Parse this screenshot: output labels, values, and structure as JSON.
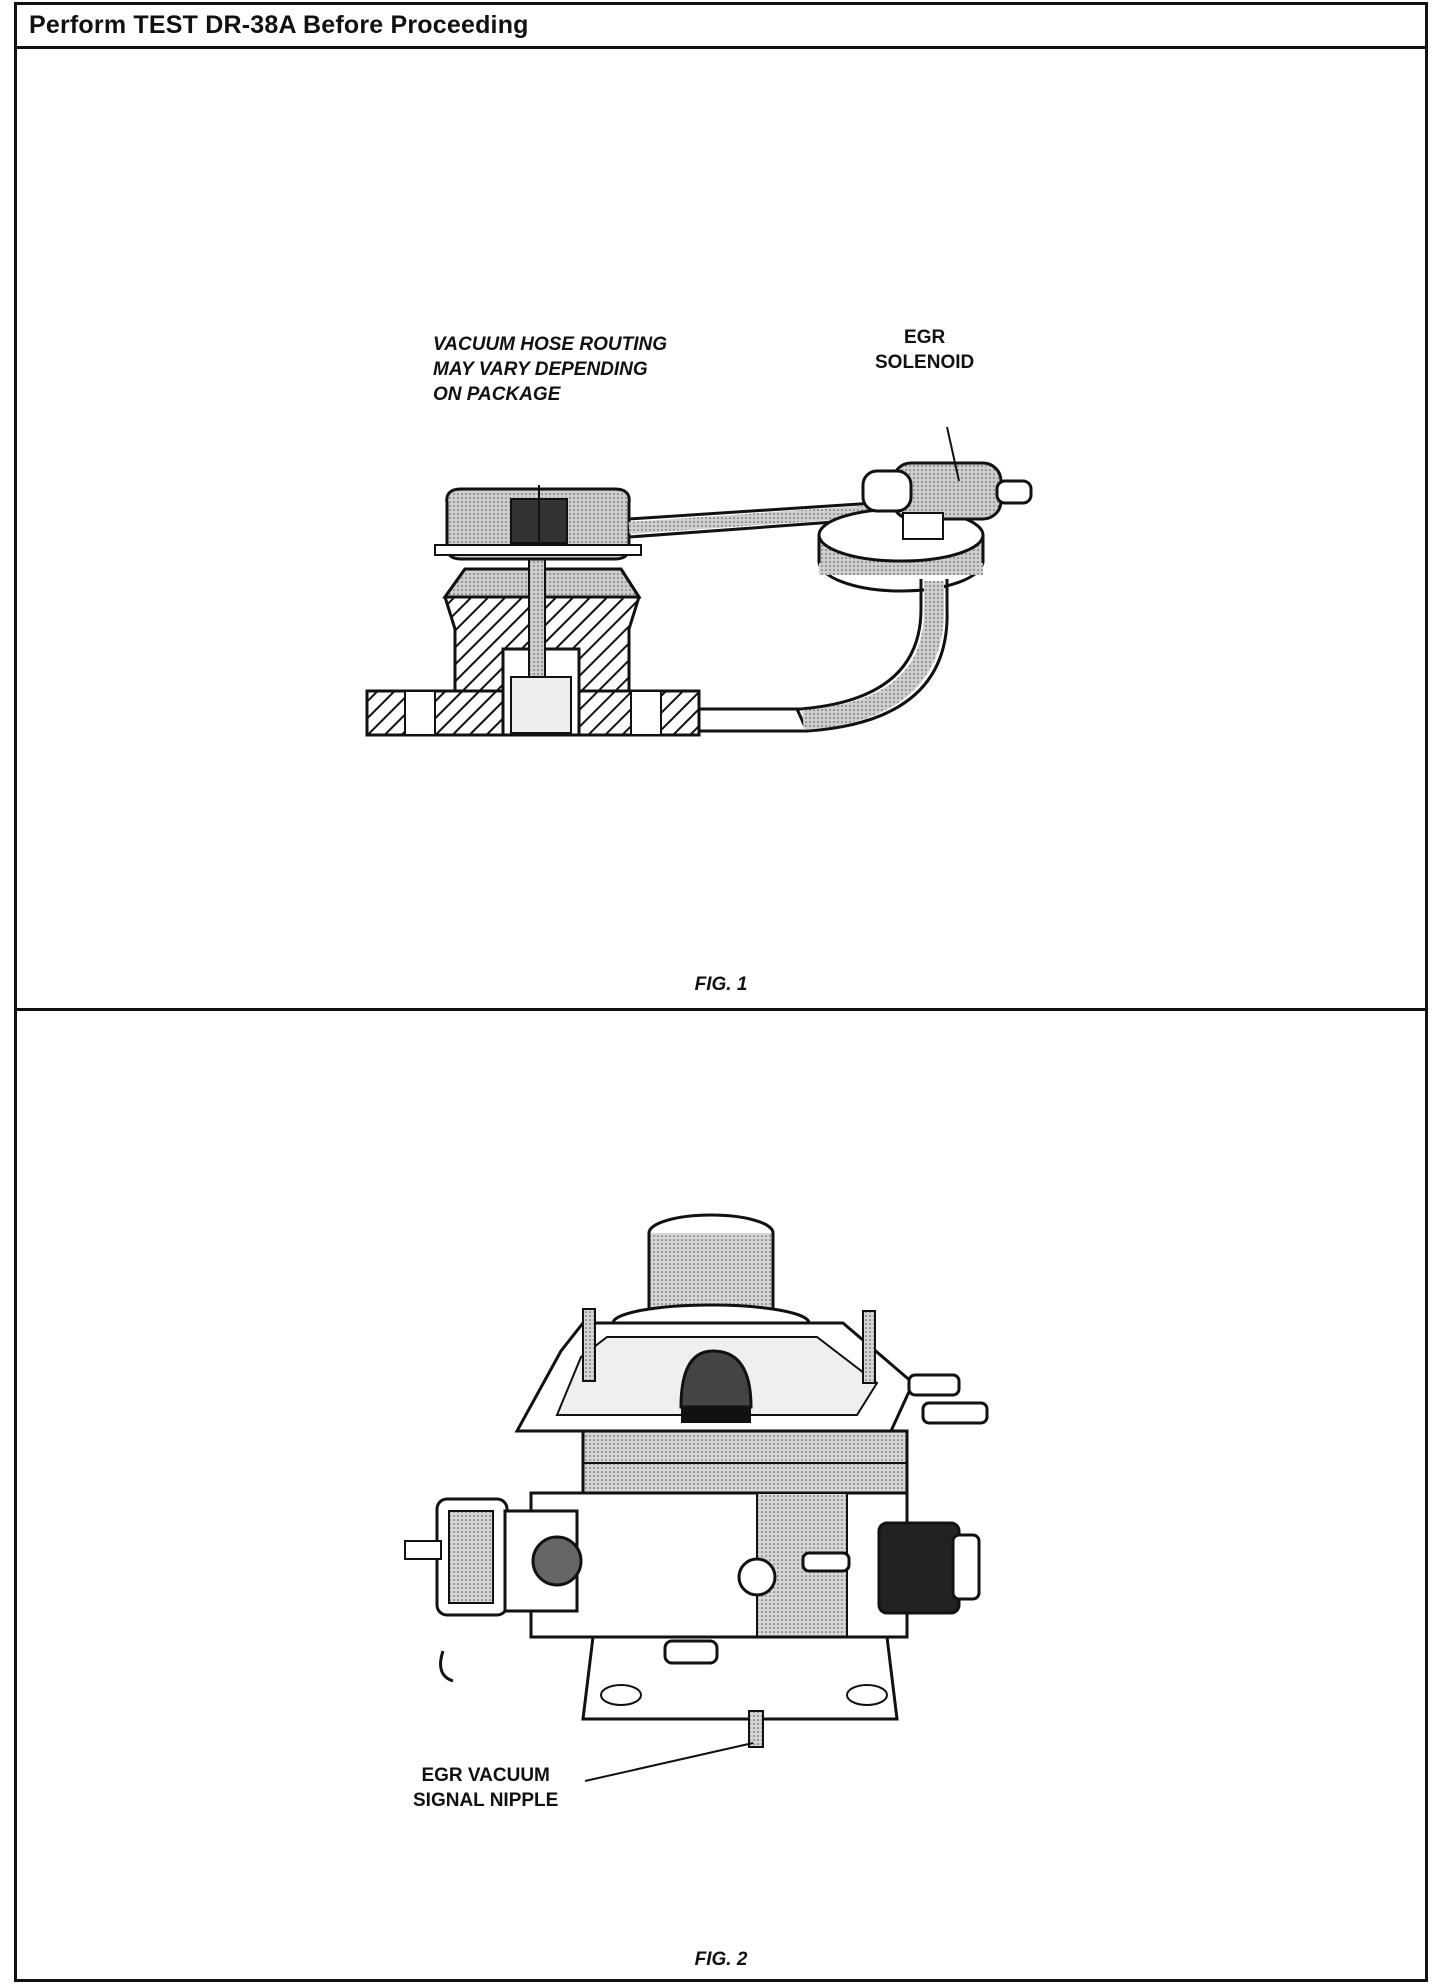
{
  "header": {
    "title": "Perform TEST DR-38A Before Proceeding"
  },
  "figure1": {
    "caption": "FIG. 1",
    "note_lines": [
      "VACUUM HOSE ROUTING",
      "MAY VARY DEPENDING",
      "ON PACKAGE"
    ],
    "solenoid_lines": [
      "EGR",
      "SOLENOID"
    ]
  },
  "figure2": {
    "caption": "FIG. 2",
    "nipple_lines": [
      "EGR VACUUM",
      "SIGNAL NIPPLE"
    ]
  }
}
